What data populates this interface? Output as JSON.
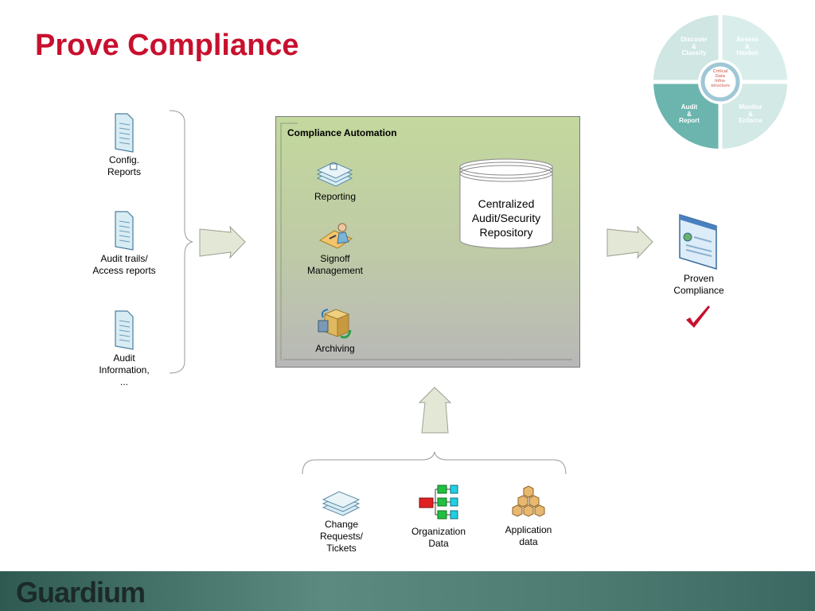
{
  "title": "Prove Compliance",
  "inputs": [
    {
      "label": "Config.\nReports",
      "icon": "document-icon"
    },
    {
      "label": "Audit trails/\nAccess reports",
      "icon": "document-icon"
    },
    {
      "label": "Audit\nInformation,\n...",
      "icon": "document-icon"
    }
  ],
  "automation": {
    "title": "Compliance Automation",
    "items": [
      {
        "label": "Reporting",
        "icon": "reporting-icon"
      },
      {
        "label": "Signoff\nManagement",
        "icon": "signoff-icon"
      },
      {
        "label": "Archiving",
        "icon": "archiving-icon"
      }
    ],
    "repository": "Centralized\nAudit/Security\nRepository"
  },
  "output": {
    "label": "Proven\nCompliance",
    "icon": "browser-window-icon",
    "check_icon": "checkmark-icon"
  },
  "sources": [
    {
      "label": "Change\nRequests/\nTickets",
      "icon": "tickets-icon"
    },
    {
      "label": "Organization\nData",
      "icon": "org-chart-icon"
    },
    {
      "label": "Application\ndata",
      "icon": "boxes-icon"
    }
  ],
  "wheel": {
    "center": "Critical\nData\nInfra-\nstructure",
    "quadrants": [
      "Discover\n&\nClassify",
      "Assess\n&\nHarden",
      "Audit\n&\nReport",
      "Monitor\n&\nEnforce"
    ]
  },
  "brand": "Guardium",
  "colors": {
    "title": "#c8102e",
    "arrow_fill": "#e3e8d6",
    "box_top": "#c3d89d",
    "check": "#c8102e"
  }
}
